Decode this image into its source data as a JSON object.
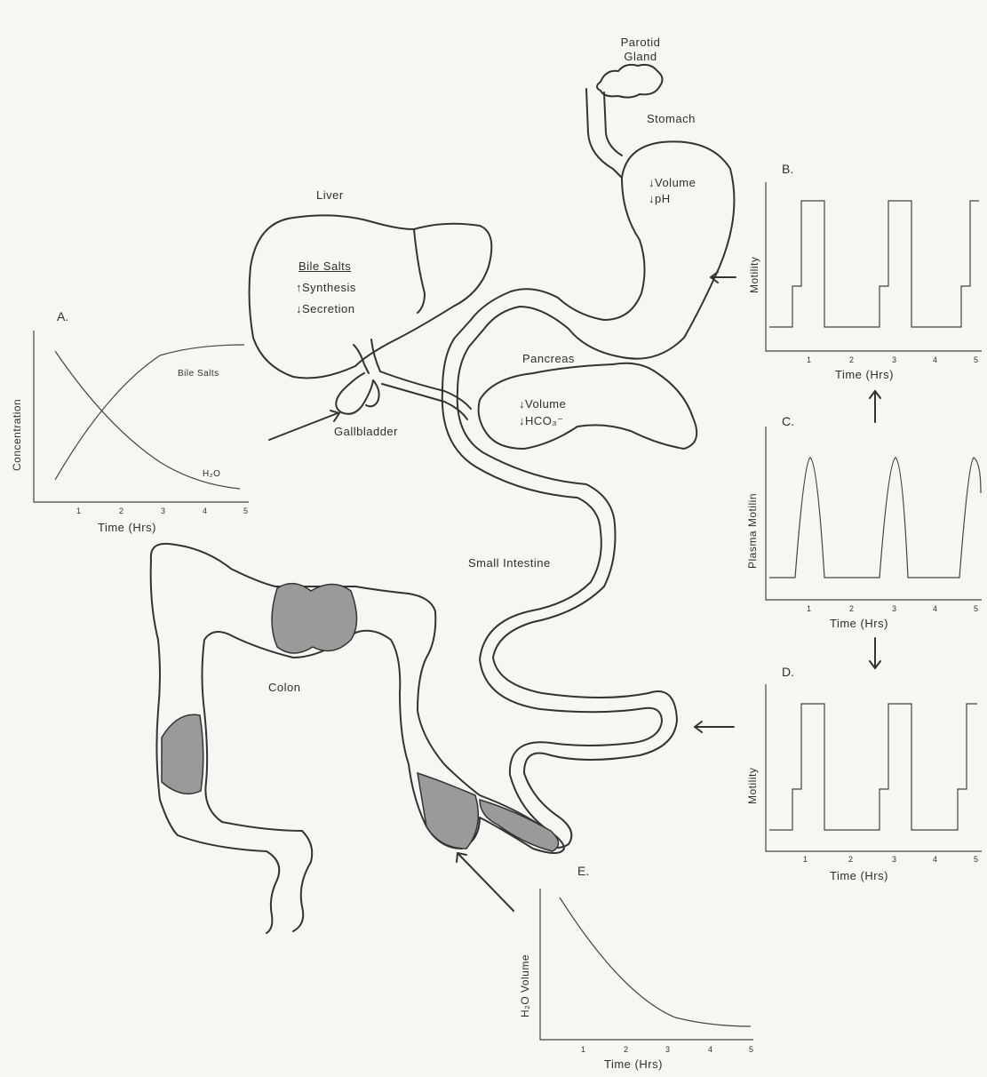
{
  "organs": {
    "parotid": "Parotid Gland",
    "stomach": "Stomach",
    "stomach_note1": "↓Volume",
    "stomach_note2": "↓pH",
    "liver": "Liver",
    "liver_note_title": "Bile Salts",
    "liver_note1": "↑Synthesis",
    "liver_note2": "↓Secretion",
    "gallbladder": "Gallbladder",
    "pancreas": "Pancreas",
    "pancreas_note1": "↓Volume",
    "pancreas_note2": "↓HCO₃⁻",
    "small_intestine": "Small Intestine",
    "colon": "Colon"
  },
  "panels": {
    "A": {
      "letter": "A.",
      "ylabel": "Concentration",
      "xlabel": "Time (Hrs)",
      "curve1": "Bile Salts",
      "curve2": "H₂O",
      "ticks": [
        "1",
        "2",
        "3",
        "4",
        "5"
      ]
    },
    "B": {
      "letter": "B.",
      "ylabel": "Motility",
      "xlabel": "Time (Hrs)",
      "ticks": [
        "1",
        "2",
        "3",
        "4",
        "5"
      ]
    },
    "C": {
      "letter": "C.",
      "ylabel": "Plasma Motilin",
      "xlabel": "Time (Hrs)",
      "ticks": [
        "1",
        "2",
        "3",
        "4",
        "5"
      ]
    },
    "D": {
      "letter": "D.",
      "ylabel": "Motility",
      "xlabel": "Time (Hrs)",
      "ticks": [
        "1",
        "2",
        "3",
        "4",
        "5"
      ]
    },
    "E": {
      "letter": "E.",
      "ylabel": "H₂O Volume",
      "xlabel": "Time (Hrs)",
      "ticks": [
        "1",
        "2",
        "3",
        "4",
        "5"
      ]
    }
  },
  "colors": {
    "ink": "#333333",
    "shade": "#9a9a9a",
    "paper": "#f7f6f2"
  }
}
